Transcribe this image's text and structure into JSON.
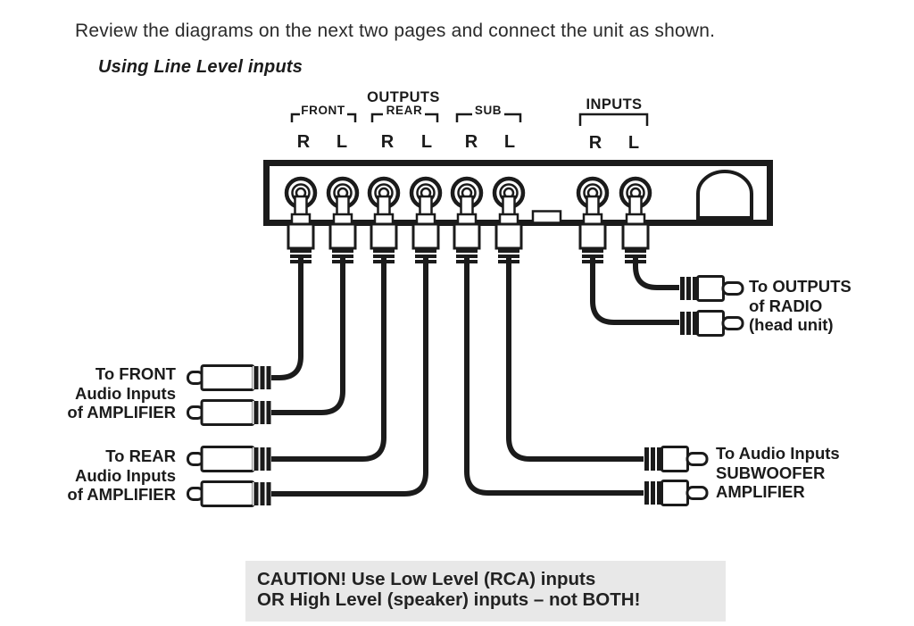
{
  "colors": {
    "ink": "#1b1b1b",
    "caution_bg": "#e8e8e8"
  },
  "header": {
    "intro": "Review the diagrams on the next two pages and connect the unit as shown.",
    "section_title": "Using Line Level inputs"
  },
  "panel": {
    "outputs_label": "OUTPUTS",
    "inputs_label": "INPUTS",
    "groups": [
      {
        "label": "FRONT"
      },
      {
        "label": "REAR"
      },
      {
        "label": "SUB"
      }
    ],
    "channels": [
      {
        "label": "R"
      },
      {
        "label": "L"
      },
      {
        "label": "R"
      },
      {
        "label": "L"
      },
      {
        "label": "R"
      },
      {
        "label": "L"
      },
      {
        "label": "R"
      },
      {
        "label": "L"
      }
    ]
  },
  "labels": {
    "front_amp": {
      "line1": "To FRONT",
      "line2": "Audio Inputs",
      "line3": "of AMPLIFIER"
    },
    "rear_amp": {
      "line1": "To REAR",
      "line2": "Audio Inputs",
      "line3": "of AMPLIFIER"
    },
    "radio": {
      "line1": "To OUTPUTS",
      "line2": "of RADIO",
      "line3": "(head unit)"
    },
    "subwoofer": {
      "line1": "To Audio Inputs",
      "line2": "SUBWOOFER",
      "line3": "AMPLIFIER"
    }
  },
  "caution": {
    "line1": "CAUTION! Use Low Level (RCA) inputs",
    "line2": "OR High Level (speaker) inputs – not BOTH!"
  }
}
